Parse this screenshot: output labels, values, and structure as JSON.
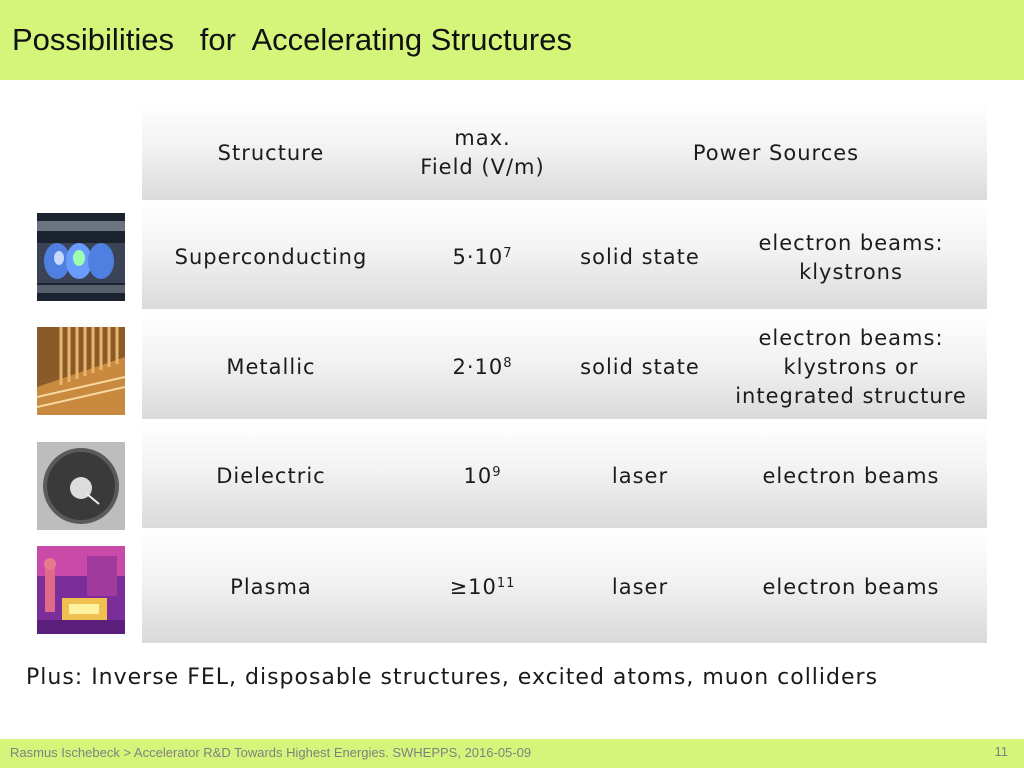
{
  "slide": {
    "title": "Possibilities   for  Accelerating Structures",
    "plus_note": "Plus: Inverse FEL, disposable structures, excited atoms, muon colliders",
    "footer": "Rasmus Ischebeck > Accelerator R&D Towards Highest Energies. SWHEPPS, 2016-05-09",
    "page_number": "11"
  },
  "table": {
    "headers": {
      "structure": "Structure",
      "field_line1": "max.",
      "field_line2": "Field (V/m)",
      "power": "Power Sources"
    },
    "rows": [
      {
        "structure": "Superconducting",
        "field_base": "5·10",
        "field_exp": "7",
        "power_a": "solid state",
        "power_b_line1": "electron beams:",
        "power_b_line2": "klystrons",
        "power_b_line3": "",
        "image_icon": "superconducting-cavity-photo"
      },
      {
        "structure": "Metallic",
        "field_base": "2·10",
        "field_exp": "8",
        "power_a": "solid state",
        "power_b_line1": "electron beams:",
        "power_b_line2": "klystrons or",
        "power_b_line3": "integrated structure",
        "image_icon": "metallic-structure-photo"
      },
      {
        "structure": "Dielectric",
        "field_base": "10",
        "field_exp": "9",
        "power_a": "laser",
        "power_b_line1": "electron beams",
        "power_b_line2": "",
        "power_b_line3": "",
        "image_icon": "dielectric-structure-photo"
      },
      {
        "structure": "Plasma",
        "field_base": "≥10",
        "field_exp": "11",
        "power_a": "laser",
        "power_b_line1": "electron beams",
        "power_b_line2": "",
        "power_b_line3": "",
        "image_icon": "plasma-thermal-photo"
      }
    ]
  }
}
